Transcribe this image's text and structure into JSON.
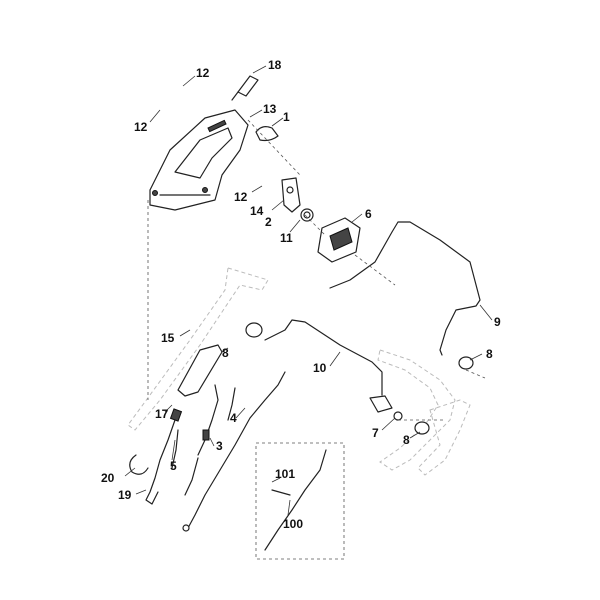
{
  "labels": {
    "p1": "1",
    "p2": "2",
    "p3": "3",
    "p4": "4",
    "p5": "5",
    "p6": "6",
    "p7": "7",
    "p8a": "8",
    "p8b": "8",
    "p8c": "8",
    "p9": "9",
    "p10": "10",
    "p11": "11",
    "p12a": "12",
    "p12b": "12",
    "p12c": "12",
    "p13": "13",
    "p14": "14",
    "p15": "15",
    "p17": "17",
    "p18": "18",
    "p19": "19",
    "p20": "20",
    "p100": "100",
    "p101": "101"
  }
}
